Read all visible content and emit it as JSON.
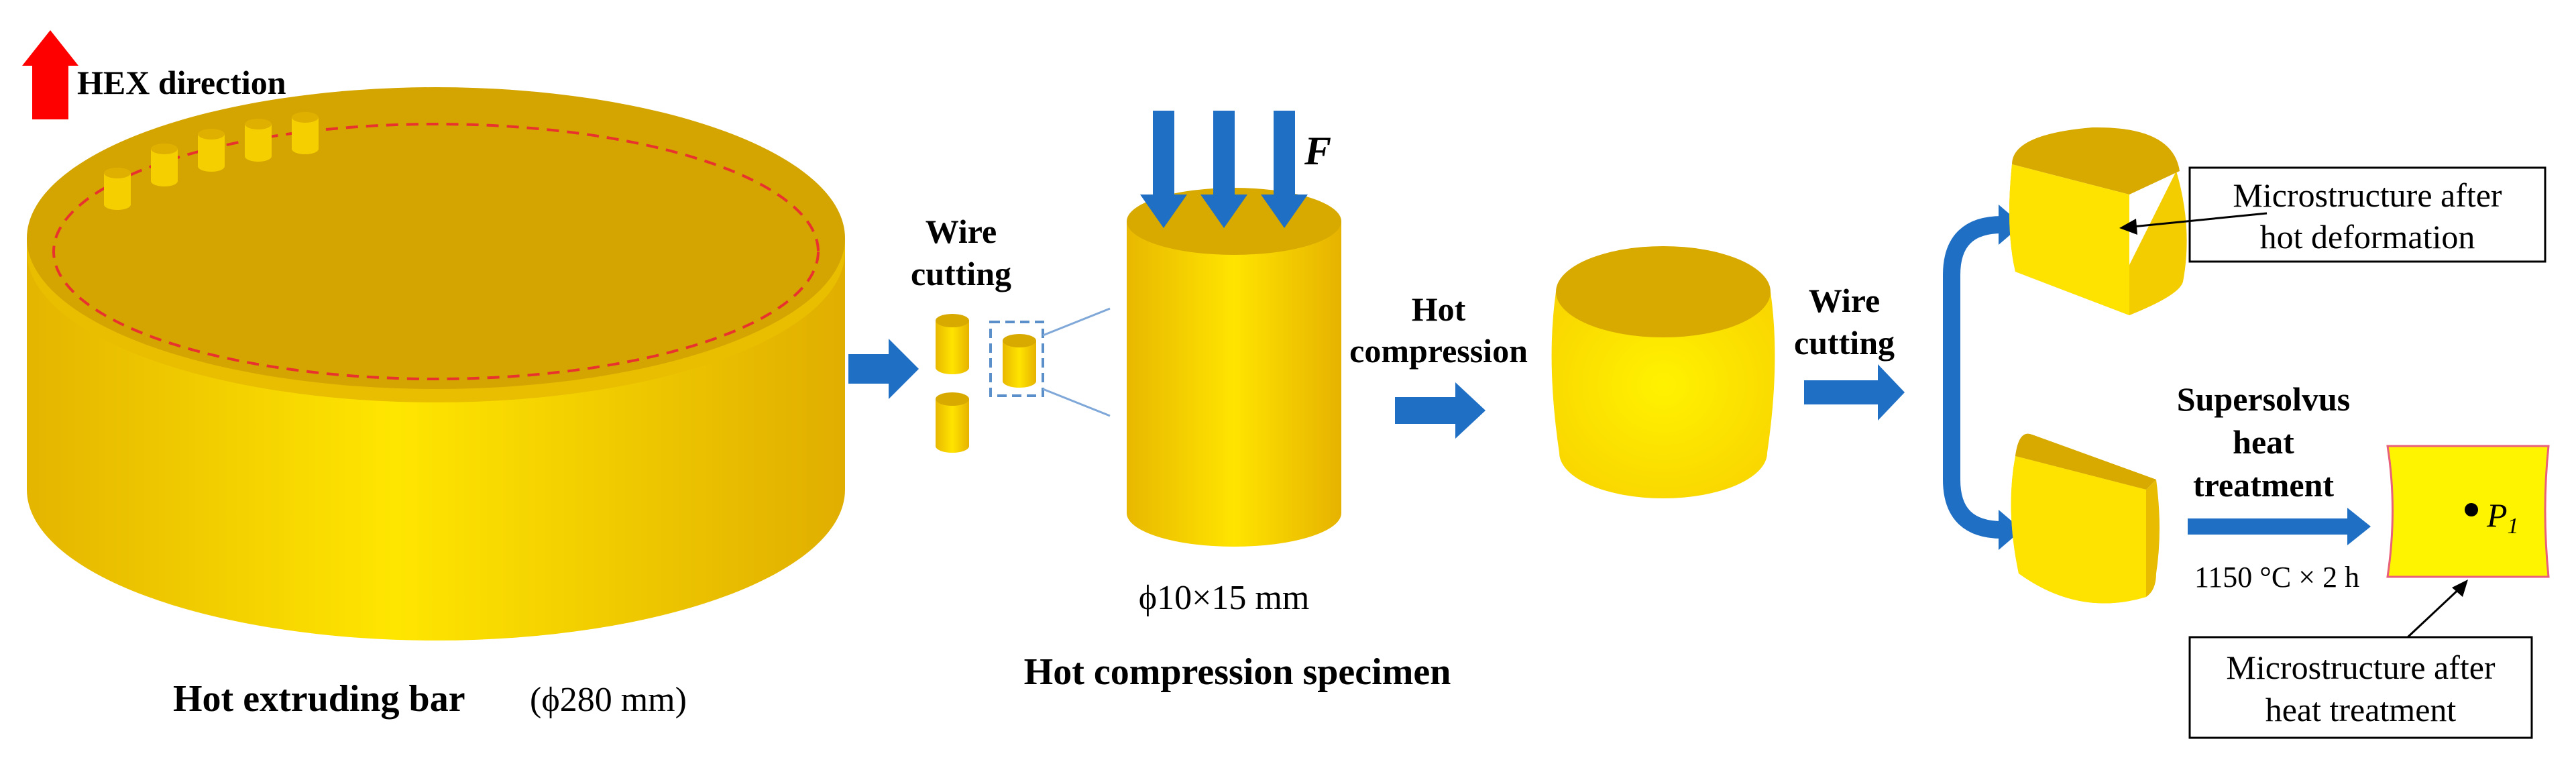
{
  "labels": {
    "hex_direction": "HEX direction",
    "hot_extruding_bar": "Hot extruding bar",
    "bar_dimension": "(ϕ280 mm)",
    "wire_cutting_1_line1": "Wire",
    "wire_cutting_1_line2": "cutting",
    "force": "F",
    "specimen_dimension": "ϕ10×15 mm",
    "hot_compression_specimen": "Hot compression specimen",
    "hot_compression_line1": "Hot",
    "hot_compression_line2": "compression",
    "wire_cutting_2_line1": "Wire",
    "wire_cutting_2_line2": "cutting",
    "supersolvus_line1": "Supersolvus",
    "supersolvus_line2": "heat",
    "supersolvus_line3": "treatment",
    "heat_condition": "1150 °C × 2 h",
    "point_label": "P",
    "point_subscript": "1",
    "box_hot_deformation_line1": "Microstructure after",
    "box_hot_deformation_line2": "hot deformation",
    "box_heat_treatment_line1": "Microstructure after",
    "box_heat_treatment_line2": "heat treatment"
  },
  "colors": {
    "gold_top": "#D4A500",
    "gold_side": "#F2C800",
    "blue_arrow": "#1F6FC5",
    "red_arrow": "#FF0000"
  }
}
